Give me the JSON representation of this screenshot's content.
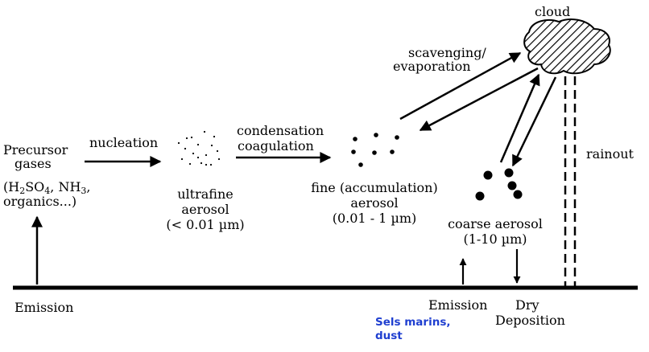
{
  "labels": {
    "cloud": "cloud",
    "scavenging_1": "scavenging/",
    "scavenging_2": "evaporation",
    "precursor_1": "Precursor",
    "precursor_2": "gases",
    "precursor_h": "(H",
    "precursor_h_sub": "2",
    "precursor_so": "SO",
    "precursor_so_sub": "4",
    "precursor_nh": ", NH",
    "precursor_nh_sub": "3",
    "precursor_end": ",",
    "precursor_4": "organics...)",
    "nucleation": "nucleation",
    "condensation_1": "condensation",
    "condensation_2": "coagulation",
    "ultrafine_1": "ultrafine",
    "ultrafine_2": "aerosol",
    "ultrafine_3": "(< 0.01 µm)",
    "fine_1": "fine (accumulation)",
    "fine_2": "aerosol",
    "fine_3": "(0.01 - 1 µm)",
    "coarse_1": "coarse aerosol",
    "coarse_2": "(1-10 µm)",
    "rainout": "rainout",
    "emission_left": "Emission",
    "emission_right": "Emission",
    "dry_1": "Dry",
    "dry_2": "Deposition",
    "sels_1": "Sels marins,",
    "sels_2": "dust"
  },
  "colors": {
    "ink": "#000000",
    "annotation": "#1f3fd0"
  }
}
